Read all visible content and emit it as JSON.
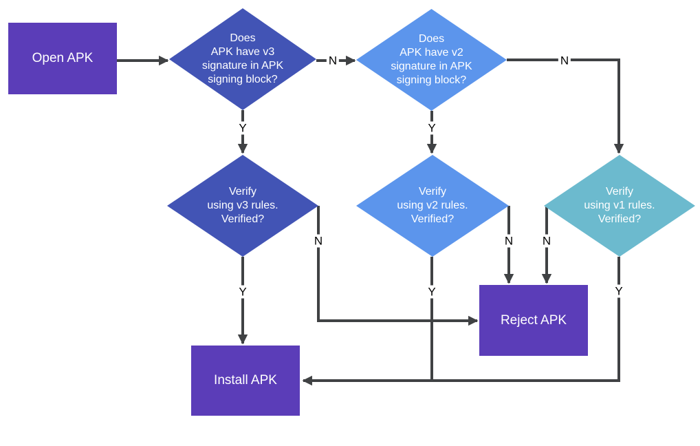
{
  "colors": {
    "purple": "#5b3db8",
    "indigo": "#4254b5",
    "blue": "#5c95ec",
    "teal": "#6cbace",
    "line": "#404244"
  },
  "labels": {
    "yes": "Y",
    "no": "N"
  },
  "nodes": {
    "open_apk": {
      "label": "Open APK"
    },
    "v3_signature_check": {
      "label": "Does\nAPK have v3\nsignature in APK\nsigning block?"
    },
    "v2_signature_check": {
      "label": "Does\nAPK have v2\nsignature in APK\nsigning block?"
    },
    "v3_verify": {
      "label": "Verify\nusing v3 rules.\nVerified?"
    },
    "v2_verify": {
      "label": "Verify\nusing v2 rules.\nVerified?"
    },
    "v1_verify": {
      "label": "Verify\nusing v1 rules.\nVerified?"
    },
    "reject_apk": {
      "label": "Reject APK"
    },
    "install_apk": {
      "label": "Install APK"
    }
  }
}
